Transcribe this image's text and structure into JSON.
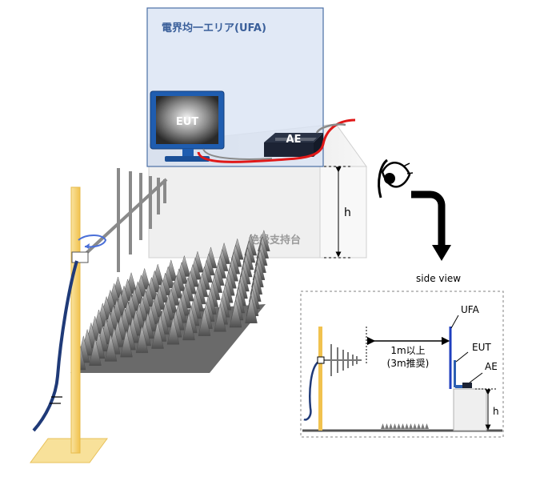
{
  "labels": {
    "ufa_area": "電界均一エリア(UFA)",
    "eut": "EUT",
    "ae": "AE",
    "table": "絶縁支持台",
    "height": "h",
    "side_view": "side view",
    "distance_line1": "1m以上",
    "distance_line2": "(3m推奨)",
    "sv_ufa": "UFA",
    "sv_eut": "EUT",
    "sv_ae": "AE",
    "sv_height": "h"
  },
  "colors": {
    "ufa_fill": "#dfe8f6",
    "ufa_stroke": "#4a6fa5",
    "ufa_text": "#3a5f9a",
    "mast": "#f6d57a",
    "cable": "#1f3a78",
    "red_cable": "#e01818",
    "antenna": "#8a8a8a",
    "absorber": "#6f6f6f",
    "table": "#eeeeee"
  }
}
